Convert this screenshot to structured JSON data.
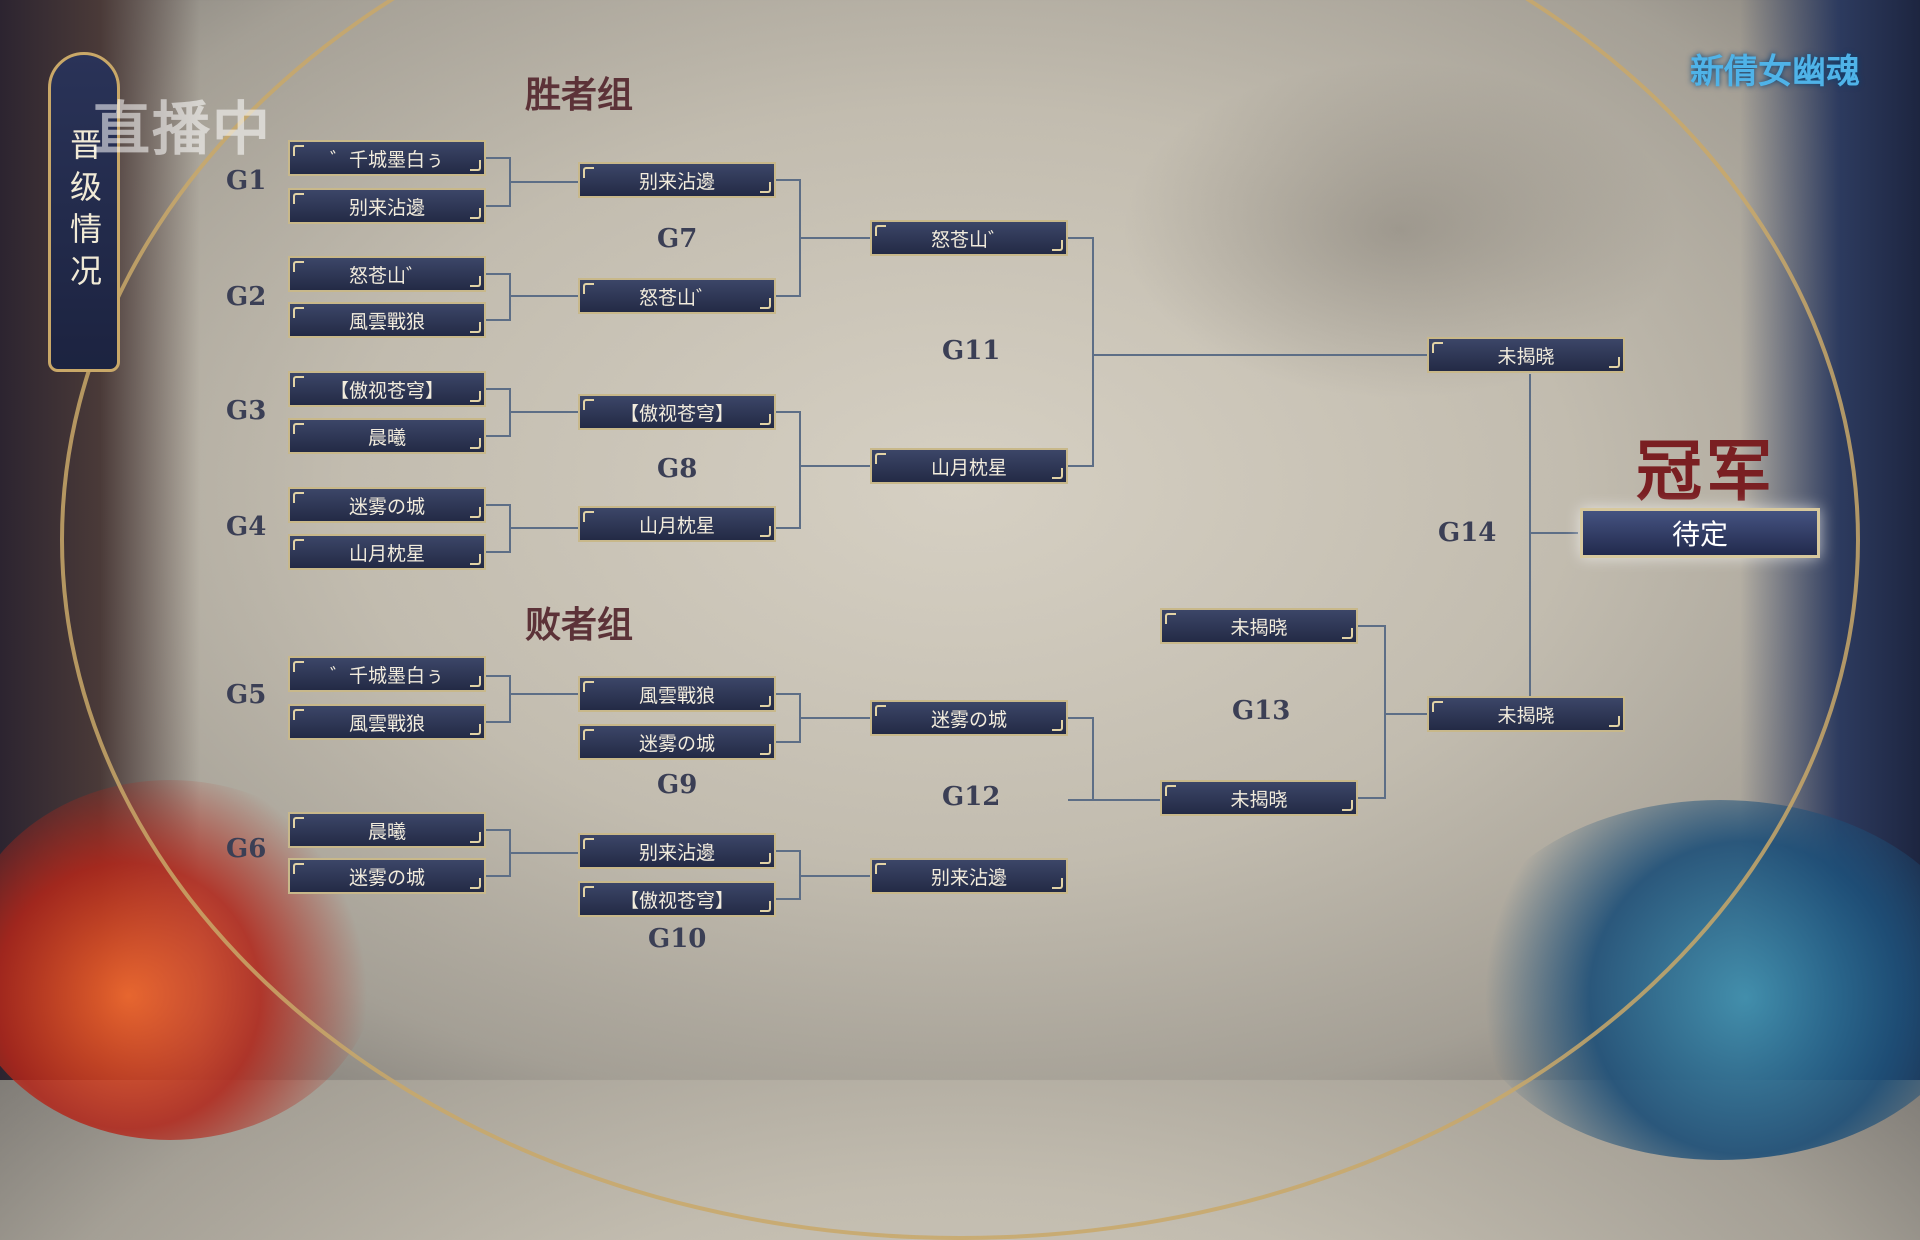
{
  "header": {
    "banner_title": "晋级情况",
    "live_badge": "直播中",
    "logo_text": "新倩女幽魂",
    "winners_bracket": "胜者组",
    "losers_bracket": "败者组",
    "champion_label": "冠军"
  },
  "games": {
    "G1": "G1",
    "G2": "G2",
    "G3": "G3",
    "G4": "G4",
    "G5": "G5",
    "G6": "G6",
    "G7": "G7",
    "G8": "G8",
    "G9": "G9",
    "G10": "G10",
    "G11": "G11",
    "G12": "G12",
    "G13": "G13",
    "G14": "G14"
  },
  "teams": {
    "g1_a": "゛千城墨白ぅ",
    "g1_b": "别来沾邊",
    "g2_a": "怒苍山゛",
    "g2_b": "風雲戰狼",
    "g3_a": "【傲视苍穹】",
    "g3_b": "晨曦",
    "g4_a": "迷雾の城",
    "g4_b": "山月枕星",
    "g7_a": "别来沾邊",
    "g7_b": "怒苍山゛",
    "g8_a": "【傲视苍穹】",
    "g8_b": "山月枕星",
    "g11_a": "怒苍山゛",
    "g11_b": "山月枕星",
    "g14_top": "未揭晓",
    "g5_a": "゛千城墨白ぅ",
    "g5_b": "風雲戰狼",
    "g6_a": "晨曦",
    "g6_b": "迷雾の城",
    "g9_a": "風雲戰狼",
    "g9_b": "迷雾の城",
    "g10_a": "别来沾邊",
    "g10_b": "【傲视苍穹】",
    "g12_a": "迷雾の城",
    "g12_b": "别来沾邊",
    "g13_a": "未揭晓",
    "g13_b": "未揭晓",
    "g14_bottom": "未揭晓",
    "champion": "待定"
  }
}
